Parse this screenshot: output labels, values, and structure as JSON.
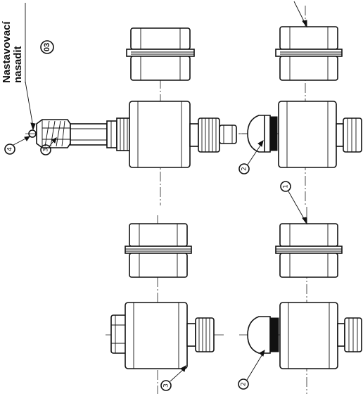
{
  "note": {
    "line1": "Nastavovací",
    "line2": "nasadit",
    "badge": "03"
  },
  "callouts": {
    "c1": "1",
    "c2": "2",
    "c3": "3",
    "c4": "4"
  }
}
